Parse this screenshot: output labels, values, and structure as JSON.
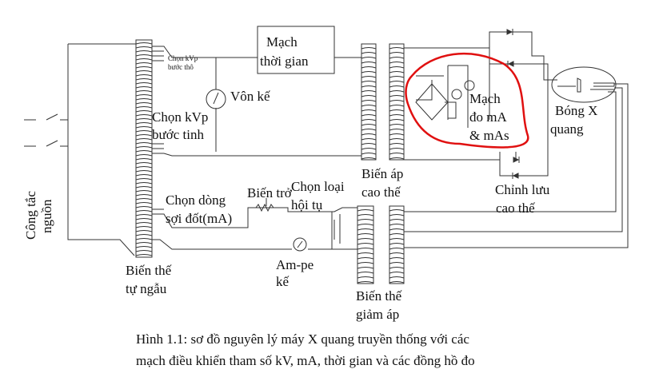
{
  "labels": {
    "power_switch": [
      "Công tắc",
      "nguồn"
    ],
    "kvp_coarse": [
      "Chọn kVp",
      "bước thô"
    ],
    "timer": [
      "Mạch",
      "thời gian"
    ],
    "voltmeter": "Vôn kế",
    "kvp_fine": [
      "Chọn kVp",
      "bước tinh"
    ],
    "filament_current": [
      "Chọn dòng",
      "sợi đốt(mA)"
    ],
    "rheostat": "Biến trở",
    "focus_select": [
      "Chọn loại",
      "hội tụ"
    ],
    "hv_transformer": [
      "Biến áp",
      "cao thế"
    ],
    "ma_circuit": [
      "Mạch",
      "đo mA",
      "& mAs"
    ],
    "xray_tube": [
      "Bóng X",
      "quang"
    ],
    "hv_rectifier": [
      "Chỉnh lưu",
      "cao thế"
    ],
    "ammeter": [
      "Am-pe",
      "kế"
    ],
    "autotransformer": [
      "Biến thế",
      "tự ngẫu"
    ],
    "stepdown_transformer": [
      "Biến thế",
      "giảm áp"
    ]
  },
  "caption": [
    "Hình 1.1: sơ đồ nguyên lý máy X quang truyền thống với các",
    "mạch điều khiển tham số kV, mA, thời gian và các đồng hồ đo"
  ],
  "colors": {
    "highlight": "#e01010",
    "wire": "#333333"
  }
}
